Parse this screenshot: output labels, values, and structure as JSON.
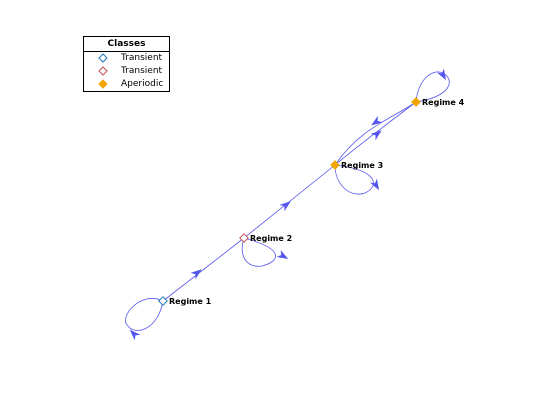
{
  "legend": {
    "title": "Classes",
    "entries": [
      {
        "label": "Transient",
        "marker": "diamond-open",
        "color": "#1f77b4"
      },
      {
        "label": "Transient",
        "marker": "diamond-open",
        "color": "#c44e52"
      },
      {
        "label": "Aperiodic",
        "marker": "diamond-filled",
        "color": "#f0a500"
      }
    ]
  },
  "nodes": [
    {
      "id": "r1",
      "label": "Regime 1",
      "class": 0
    },
    {
      "id": "r2",
      "label": "Regime 2",
      "class": 1
    },
    {
      "id": "r3",
      "label": "Regime 3",
      "class": 2
    },
    {
      "id": "r4",
      "label": "Regime 4",
      "class": 2
    }
  ],
  "edges": [
    {
      "from": "r1",
      "to": "r1"
    },
    {
      "from": "r1",
      "to": "r2"
    },
    {
      "from": "r2",
      "to": "r2"
    },
    {
      "from": "r2",
      "to": "r3"
    },
    {
      "from": "r3",
      "to": "r3"
    },
    {
      "from": "r3",
      "to": "r4"
    },
    {
      "from": "r4",
      "to": "r3"
    },
    {
      "from": "r4",
      "to": "r4"
    }
  ],
  "edge_color": "#5555ee"
}
